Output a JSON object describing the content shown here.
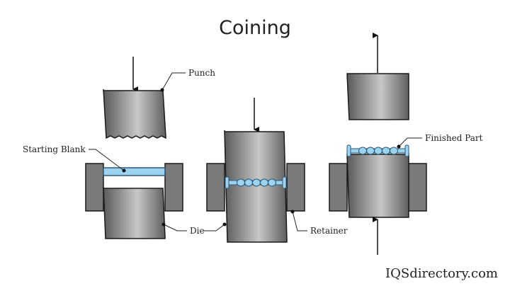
{
  "title": "Coining",
  "labels": {
    "punch": "Punch",
    "starting_blank": "Starting Blank",
    "finished_part": "Finished Part",
    "die": "Die",
    "retainer": "Retainer"
  },
  "brand": "IQSdirectory.com",
  "colors": {
    "metal_dark": "#5e5e5e",
    "metal_light": "#c4c4c4",
    "retainer": "#7a7a7a",
    "blank": "#9dd3ee",
    "outline": "#1a1a1a"
  }
}
